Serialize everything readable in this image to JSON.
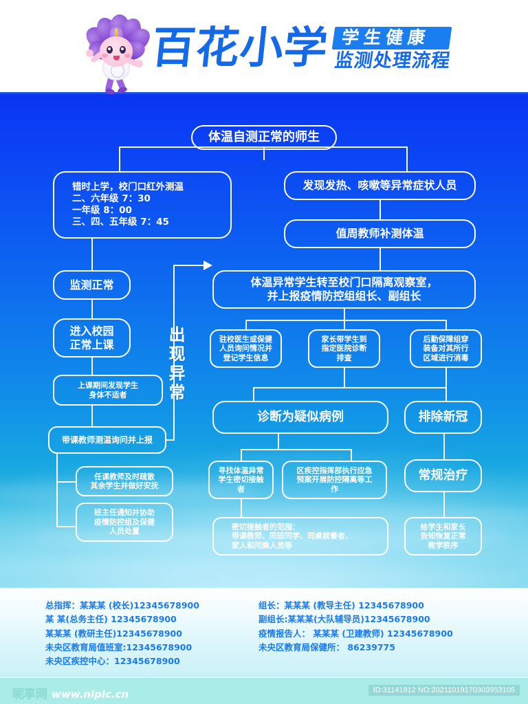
{
  "header": {
    "mascot_name": "flower-fairy-mascot",
    "school_name": "百花小学",
    "subtitle_line1": "学生健康",
    "subtitle_line2": "监测处理流程",
    "brand_color": "#1469e8",
    "badge_bg": "#1a7ef0"
  },
  "flow": {
    "vertical_label": "出现异常",
    "nodes": {
      "root": "体温自测正常的师生",
      "left_schedule": "错时上学，校门口红外测温\n二、六年级  7：30\n一年级          8：00\n三、四、五年级  7：45",
      "right_abnormal_found": "发现发热、咳嗽等异常症状人员",
      "right_recheck": "值周教师补测体温",
      "left_normal": "监测正常",
      "left_enter": "进入校园\n正常上课",
      "left_unwell": "上课期间发现学生\n身体不适者",
      "left_teacher_report": "带课教师测温询问并上报",
      "left_evacuate": "任课教师及时疏散\n其余学生并做好安抚",
      "left_homeroom": "班主任通知并协助\n疫情防控组及保健\n人员处置",
      "iso_room": "体温异常学生转至校门口隔离观察室，\n并上报疫情防控组组长、副组长",
      "sub_doctor": "驻校医生或保健\n人员询问情况并\n登记学生信息",
      "sub_parent": "家长带学生到\n指定医院诊断\n排查",
      "sub_logistics": "后勤保障组穿\n装备对其所行\n区域进行消毒",
      "suspected": "诊断为疑似病例",
      "excluded": "排除新冠",
      "find_contacts": "寻找体温异常\n学生密切接触\n者",
      "cdc_action": "区疾控指挥部执行应急\n预案开展防控隔离等工\n作",
      "routine_treat": "常规治疗",
      "contact_scope": "密切接触者的范围：\n带课教师、同班同学、同桌就餐者、\n家人和同乘人员等",
      "restore_order": "给学生和家长\n告知恢复正常\n教学秩序"
    }
  },
  "footer": {
    "column_left": [
      "总指挥：某某某 (校长)12345678900",
      "某 某(总务主任) 12345678900",
      "某某某 (教研主任)12345678900",
      "未央区教育局值班室:12345678900",
      "未央区疾控中心：12345678900"
    ],
    "column_right": [
      "组长：某某某 (教导主任) 12345678900",
      "副组长:某某某(大队辅导员)12345678900",
      "疫情报告人： 某某某 (卫建教师) 12345678900",
      "未央区教育局保健所： 86239775"
    ],
    "text_color": "#1a7ae8"
  },
  "watermark": {
    "site_cn": "昵享网",
    "site_url": "www.nipic.cn",
    "id_text": "ID:31141812 NO:20211019170303953105"
  }
}
